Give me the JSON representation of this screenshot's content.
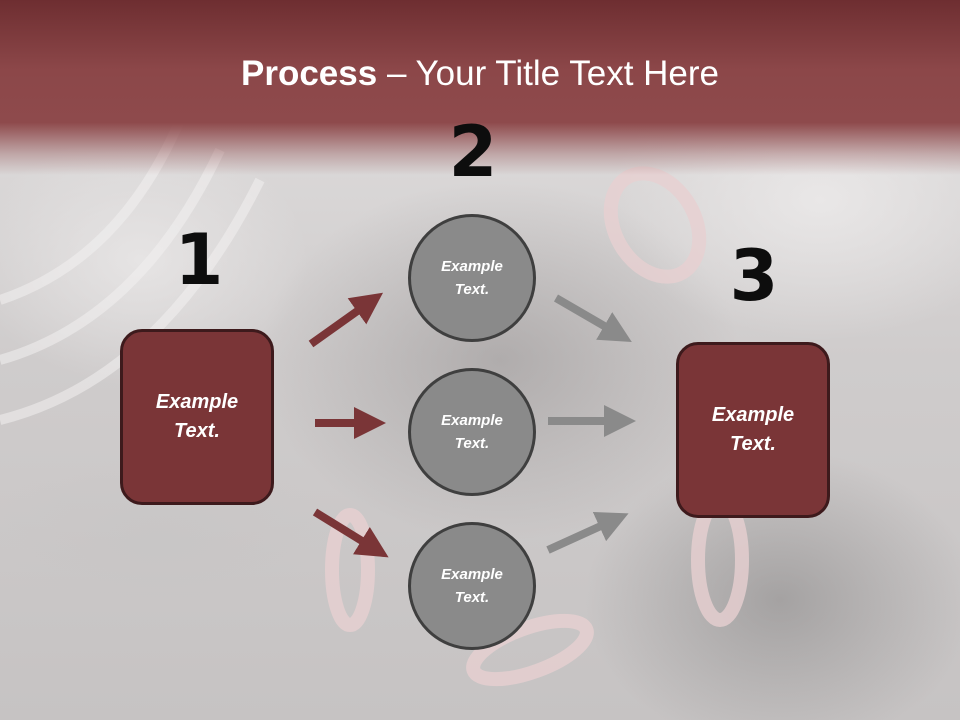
{
  "title": {
    "bold": "Process",
    "rest": " – Your Title Text Here"
  },
  "steps": {
    "one": "1",
    "two": "2",
    "three": "3"
  },
  "left_box": {
    "line1": "Example",
    "line2": "Text."
  },
  "right_box": {
    "line1": "Example",
    "line2": "Text."
  },
  "circles": [
    {
      "line1": "Example",
      "line2": "Text."
    },
    {
      "line1": "Example",
      "line2": "Text."
    },
    {
      "line1": "Example",
      "line2": "Text."
    }
  ],
  "colors": {
    "header": "#8c4749",
    "box_fill": "#7a3537",
    "box_border": "#3d1a1c",
    "circle_fill": "#8a8a8a",
    "circle_border": "#3f3f3f",
    "arrow_red": "#7a3537",
    "arrow_gray": "#8a8a8a"
  }
}
